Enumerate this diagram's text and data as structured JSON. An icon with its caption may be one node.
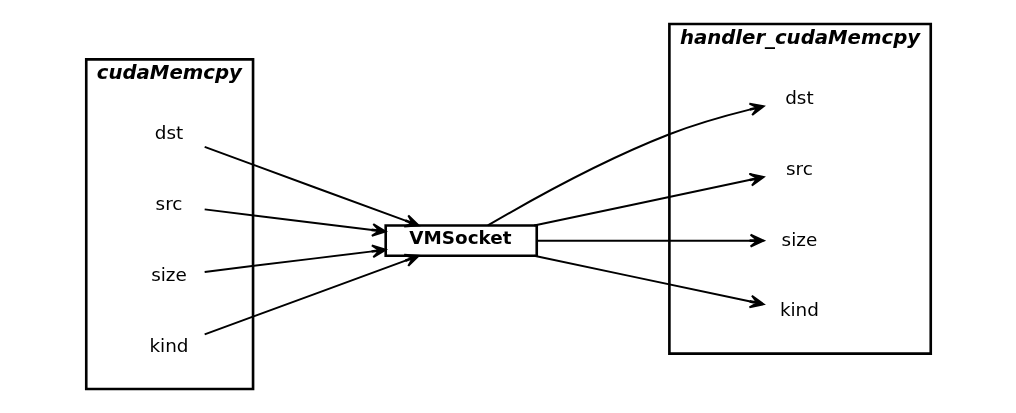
{
  "diagram": {
    "nodes": [
      {
        "text": [
          "cudaMemcpy"
        ]
      },
      {
        "text": [
          "dst"
        ],
        "in": 0
      },
      {
        "text": [
          "src"
        ],
        "in": 0
      },
      {
        "text": [
          "size"
        ],
        "in": 0
      },
      {
        "text": [
          "kind"
        ],
        "in": 0
      },
      {
        "text": [
          "VMSocket"
        ]
      },
      {
        "text": [
          "handler_cudaMemcpy"
        ]
      },
      {
        "text": [
          "dst"
        ],
        "in": 6
      },
      {
        "text": [
          "src"
        ],
        "in": 6
      },
      {
        "text": [
          "size"
        ],
        "in": 6
      },
      {
        "text": [
          "kind"
        ],
        "in": 6
      }
    ],
    "edges": [
      {
        "from": 1,
        "to": 5,
        "arrow": "to"
      },
      {
        "from": 2,
        "to": 5,
        "arrow": "to"
      },
      {
        "from": 3,
        "to": 5,
        "arrow": "to"
      },
      {
        "from": 4,
        "to": 5,
        "arrow": "to"
      },
      {
        "from": 5,
        "to": 7,
        "arrow": "to"
      },
      {
        "from": 5,
        "to": 8,
        "arrow": "to"
      },
      {
        "from": 5,
        "to": 9,
        "arrow": "to"
      },
      {
        "from": 5,
        "to": 10,
        "arrow": "to"
      }
    ]
  }
}
